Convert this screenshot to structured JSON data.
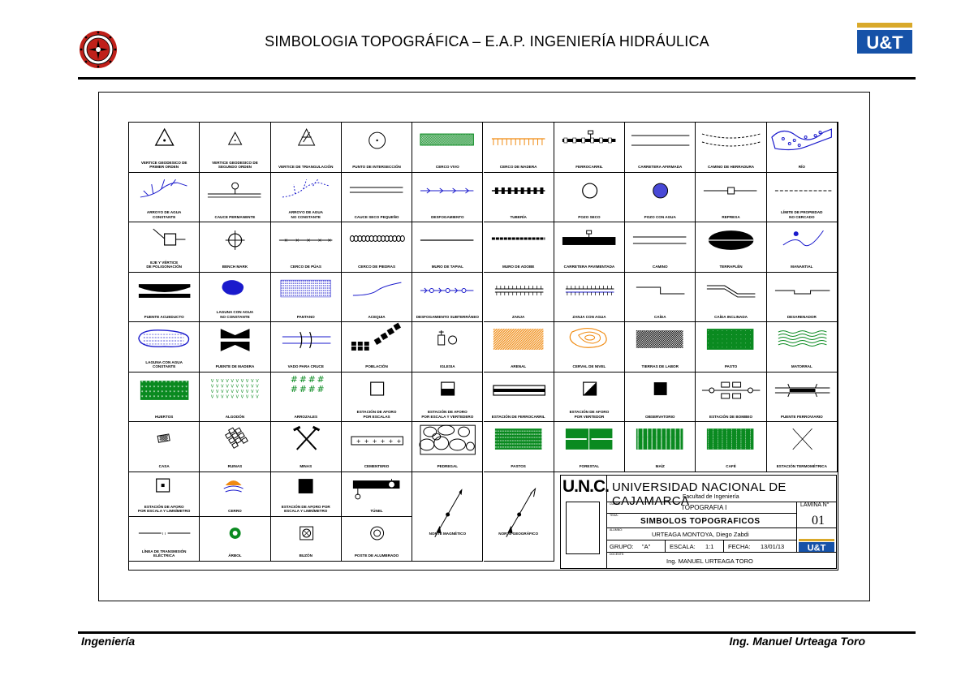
{
  "header": {
    "title": "SIMBOLOGIA TOPOGRÁFICA – E.A.P. INGENIERÍA HIDRÁULICA",
    "logo_right": "U&T"
  },
  "footer": {
    "left": "Ingeniería",
    "right": "Ing. Manuel Urteaga Toro"
  },
  "colors": {
    "blue": "#1a1acc",
    "green": "#0a8a20",
    "orange": "#f08a10",
    "black": "#000000",
    "logo_blue": "#1652a8",
    "logo_gold": "#d9a92a"
  },
  "symbols": [
    {
      "label": "VERTICE GEODESICO DE\nPRIMER ORDEN",
      "icon": "triangle-dot-icon"
    },
    {
      "label": "VERTICE GEODESICO DE\nSEGUNDO ORDEN",
      "icon": "triangle-small-icon"
    },
    {
      "label": "VERTICE DE TRIANGULACIÓN",
      "icon": "triangle-cross-icon"
    },
    {
      "label": "PUNTO DE INTERSECCIÓN",
      "icon": "circle-dot-icon"
    },
    {
      "label": "CERCO VIVO",
      "icon": "hedge-icon"
    },
    {
      "label": "CERCO DE MADERA",
      "icon": "wood-fence-icon"
    },
    {
      "label": "FERROCARRIL",
      "icon": "railway-icon"
    },
    {
      "label": "CARRETERA AFIRMADA",
      "icon": "road-icon"
    },
    {
      "label": "CAMINO DE HERRADURA",
      "icon": "trail-icon"
    },
    {
      "label": "RÍO",
      "icon": "river-icon"
    },
    {
      "label": "ARROYO DE AGUA\nCONSTANTE",
      "icon": "stream-icon"
    },
    {
      "label": "CAUCE PERMANENTE",
      "icon": "channel-icon"
    },
    {
      "label": "ARROYO DE AGUA\nNO CONSTANTE",
      "icon": "stream-dashed-icon"
    },
    {
      "label": "CAUCE SECO PEQUEÑO",
      "icon": "double-line-icon"
    },
    {
      "label": "DESFOGAMIENTO",
      "icon": "arrows-line-icon"
    },
    {
      "label": "TUBERÍA",
      "icon": "pipe-icon"
    },
    {
      "label": "POZO SECO",
      "icon": "circle-icon"
    },
    {
      "label": "POZO CON AGUA",
      "icon": "circle-hatched-icon"
    },
    {
      "label": "REPRESA",
      "icon": "dam-icon"
    },
    {
      "label": "LÍMITE DE PROPIEDAD\nNO CERCADO",
      "icon": "dashed-line-icon"
    },
    {
      "label": "EJE Y VÉRTICE\nDE POLIGONACIÓN",
      "icon": "polygon-vertex-icon"
    },
    {
      "label": "BENCH MARK",
      "icon": "benchmark-icon"
    },
    {
      "label": "CERCO DE PÚAS",
      "icon": "barbed-wire-icon"
    },
    {
      "label": "CERCO DE PIEDRAS",
      "icon": "stone-fence-icon"
    },
    {
      "label": "MURO DE TAPIAL",
      "icon": "wall-line-icon"
    },
    {
      "label": "MURO DE ADOBE",
      "icon": "adobe-wall-icon"
    },
    {
      "label": "CARRETERA PAVIMENTADA",
      "icon": "paved-road-icon"
    },
    {
      "label": "CAMINO",
      "icon": "path-icon"
    },
    {
      "label": "TERRAPLÉN",
      "icon": "embankment-icon"
    },
    {
      "label": "MANANTIAL",
      "icon": "spring-icon"
    },
    {
      "label": "PUENTE ACUEDUCTO",
      "icon": "aqueduct-icon"
    },
    {
      "label": "LAGUNA CON AGUA\nNO CONSTANTE",
      "icon": "pond-icon"
    },
    {
      "label": "PANTANO",
      "icon": "swamp-icon"
    },
    {
      "label": "ACEQUIA",
      "icon": "ditch-icon"
    },
    {
      "label": "DESFOGAMIENTO SUBTERRÁNEO",
      "icon": "underground-icon"
    },
    {
      "label": "ZANJA",
      "icon": "trench-icon"
    },
    {
      "label": "ZANJA CON AGUA",
      "icon": "trench-water-icon"
    },
    {
      "label": "CAÍDA",
      "icon": "drop-icon"
    },
    {
      "label": "CAÍDA INCLINADA",
      "icon": "incline-drop-icon"
    },
    {
      "label": "DESARENADOR",
      "icon": "desander-icon"
    },
    {
      "label": "LAGUNA CON AGUA\nCONSTANTE",
      "icon": "lake-icon"
    },
    {
      "label": "PUENTE DE MADERA",
      "icon": "wood-bridge-icon"
    },
    {
      "label": "VADO PARA CRUCE",
      "icon": "ford-icon"
    },
    {
      "label": "POBLACIÓN",
      "icon": "town-icon"
    },
    {
      "label": "IGLESIA",
      "icon": "church-icon"
    },
    {
      "label": "ARENAL",
      "icon": "sand-icon"
    },
    {
      "label": "CERVAL DE NIVEL",
      "icon": "contour-icon"
    },
    {
      "label": "TIERRAS DE LABOR",
      "icon": "farmland-icon"
    },
    {
      "label": "PASTO",
      "icon": "grass-icon"
    },
    {
      "label": "MATORRAL",
      "icon": "shrub-icon"
    },
    {
      "label": "HUERTOS",
      "icon": "orchard-icon"
    },
    {
      "label": "ALGODÓN",
      "icon": "cotton-icon"
    },
    {
      "label": "ARROZALES",
      "icon": "rice-icon"
    },
    {
      "label": "ESTACIÓN DE AFORO\nPOR ESCALAS",
      "icon": "square-icon"
    },
    {
      "label": "ESTACIÓN DE AFORO\nPOR ESCALA Y VERTEDERO",
      "icon": "square-half-icon"
    },
    {
      "label": "ESTACIÓN DE FERROCARRIL",
      "icon": "station-icon"
    },
    {
      "label": "ESTACIÓN DE AFORO\nPOR VERTEDOR",
      "icon": "square-diagonal-icon"
    },
    {
      "label": "OBSERVATORIO",
      "icon": "square-filled-icon"
    },
    {
      "label": "ESTACIÓN DE BOMBEO",
      "icon": "pump-icon"
    },
    {
      "label": "PUENTE FERROVIARIO",
      "icon": "rail-bridge-icon"
    },
    {
      "label": "CASA",
      "icon": "house-icon"
    },
    {
      "label": "RUINAS",
      "icon": "ruins-icon"
    },
    {
      "label": "MINAS",
      "icon": "mine-icon"
    },
    {
      "label": "CEMENTERIO",
      "icon": "cemetery-icon"
    },
    {
      "label": "PEDREGAL",
      "icon": "rocky-icon"
    },
    {
      "label": "PASTOS",
      "icon": "pasture-icon"
    },
    {
      "label": "FORESTAL",
      "icon": "forest-icon"
    },
    {
      "label": "MAÍZ",
      "icon": "corn-icon"
    },
    {
      "label": "CAFÉ",
      "icon": "coffee-icon"
    },
    {
      "label": "ESTACIÓN TERMOMÉTRICA",
      "icon": "x-icon"
    },
    {
      "label": "ESTACIÓN DE AFORO\nPOR ESCALA Y LIMNÍMETRO",
      "icon": "square-dot-icon"
    },
    {
      "label": "CERRO",
      "icon": "hill-icon"
    },
    {
      "label": "ESTACIÓN DE AFORO POR\nESCALA Y LIMNÍMETRO",
      "icon": "square-black-icon"
    },
    {
      "label": "TÚNEL",
      "icon": "tunnel-icon"
    },
    {
      "label": "LÍNEA DE TRANSMISIÓN\nELÉCTRICA",
      "icon": "power-line-icon"
    },
    {
      "label": "ÁRBOL",
      "icon": "tree-icon"
    },
    {
      "label": "BUZÓN",
      "icon": "manhole-icon"
    },
    {
      "label": "POSTE DE ALUMBRADO",
      "icon": "post-icon"
    },
    {
      "label": "NORTE MAGNÉTICO",
      "icon": "north-magnetic-icon"
    },
    {
      "label": "NORTE GEOGRÁFICO",
      "icon": "north-geographic-icon"
    }
  ],
  "title_block": {
    "logo": "U.N.C.",
    "university": "UNIVERSIDAD NACIONAL DE CAJAMARCA",
    "faculty": "Facultad de Ingeniería",
    "course": "TOPOGRAFIA I",
    "subject": "SIMBOLOS TOPOGRAFICOS",
    "author": "URTEAGA MONTOYA, Diego Zabdi",
    "group_label": "GRUPO:",
    "group_value": "\"A\"",
    "scale_label": "ESCALA:",
    "scale_value": "1:1",
    "date_label": "FECHA:",
    "date_value": "13/01/13",
    "teacher": "Ing. MANUEL URTEAGA TORO",
    "sheet_label": "LAMINA N°",
    "sheet_number": "01",
    "small_course": "CURSO:",
    "small_topic": "TEMA:",
    "small_student": "ALUMNO:",
    "small_teacher": "DOCENTE:",
    "logo_small": "U&T"
  }
}
